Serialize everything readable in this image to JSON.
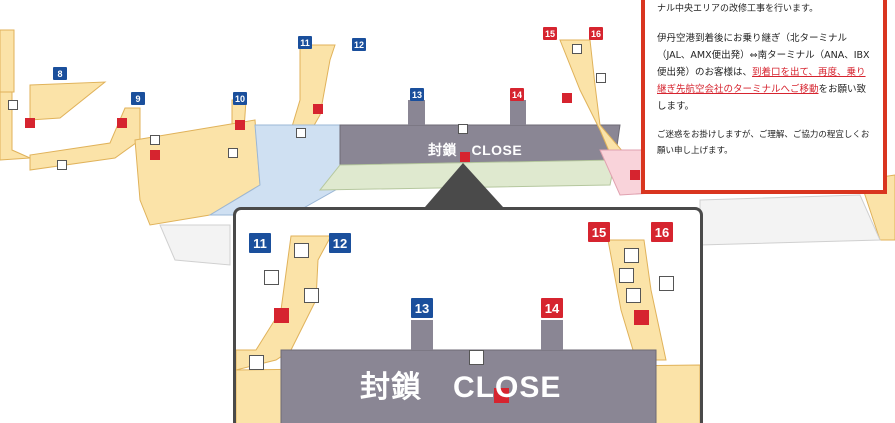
{
  "gates": {
    "g8": "8",
    "g9": "9",
    "g10": "10",
    "g11": "11",
    "g12": "12",
    "g13": "13",
    "g14": "14",
    "g15": "15",
    "g16": "16"
  },
  "closed_label": "封鎖　CLOSE",
  "closed_label_zoom": "封鎖　CLOSE",
  "notice": {
    "line_top": "ナル中央エリアの改修工事を行います。",
    "para1_a": "伊丹空港到着後にお乗り継ぎ（北ターミナル（JAL、AMX便出発）⇔南ターミナル（ANA、IBX便出発）のお客様は、",
    "para1_red": "到着口を出て、再度、乗り継ぎ先航空会社のターミナルへご移動",
    "para1_b": "をお願い致します。",
    "para2": "ご迷惑をお掛けしますが、ご理解、ご協力の程宜しくお願い申し上げます。"
  },
  "colors": {
    "north_terminal": "#fbe3a8",
    "center_closed": "#8a8694",
    "south_terminal": "#f9d3da",
    "center_blue": "#cfe0f2",
    "center_green": "#dfe9cf",
    "gate_blue": "#1a4f9c",
    "gate_red": "#d6242f",
    "notice_border": "#d9351f"
  }
}
